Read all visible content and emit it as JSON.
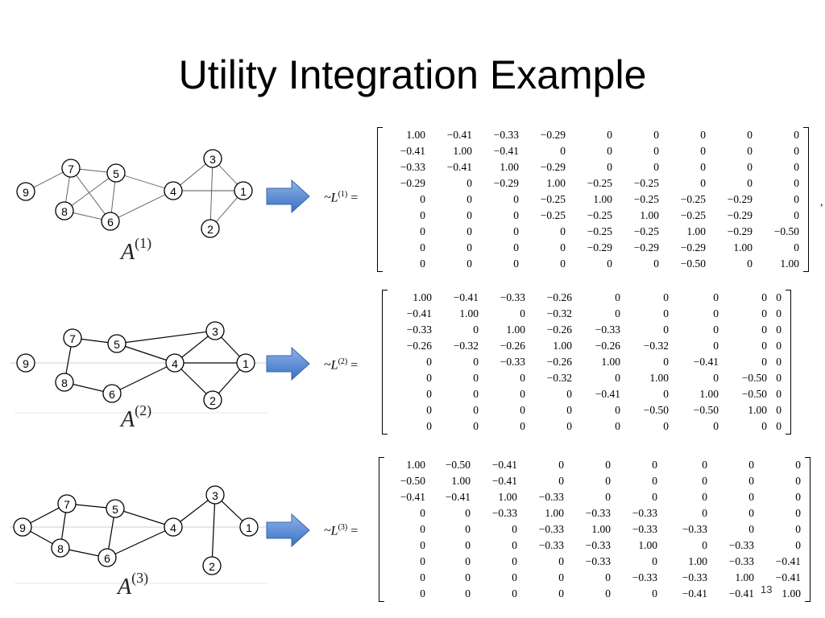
{
  "slide": {
    "title": "Utility Integration Example",
    "page_number": "13"
  },
  "graphs": [
    {
      "name_base": "A",
      "name_sup": "(1)",
      "edges": [
        [
          9,
          7
        ],
        [
          7,
          5
        ],
        [
          7,
          8
        ],
        [
          7,
          6
        ],
        [
          5,
          8
        ],
        [
          5,
          6
        ],
        [
          8,
          6
        ],
        [
          5,
          4
        ],
        [
          6,
          4
        ],
        [
          4,
          3
        ],
        [
          4,
          1
        ],
        [
          3,
          1
        ],
        [
          3,
          2
        ],
        [
          2,
          1
        ]
      ]
    },
    {
      "name_base": "A",
      "name_sup": "(2)",
      "edges": [
        [
          7,
          5
        ],
        [
          7,
          8
        ],
        [
          8,
          6
        ],
        [
          5,
          4
        ],
        [
          5,
          3
        ],
        [
          6,
          4
        ],
        [
          4,
          3
        ],
        [
          4,
          1
        ],
        [
          4,
          2
        ],
        [
          3,
          1
        ],
        [
          2,
          1
        ]
      ]
    },
    {
      "name_base": "A",
      "name_sup": "(3)",
      "edges": [
        [
          9,
          7
        ],
        [
          9,
          8
        ],
        [
          7,
          8
        ],
        [
          7,
          5
        ],
        [
          5,
          6
        ],
        [
          8,
          6
        ],
        [
          5,
          4
        ],
        [
          6,
          4
        ],
        [
          4,
          3
        ],
        [
          3,
          1
        ],
        [
          3,
          2
        ]
      ]
    }
  ],
  "matrices": [
    {
      "lhs_base": "L",
      "lhs_sup": "(1)",
      "eq": "=",
      "trailing": ",",
      "rows": [
        [
          "1.00",
          "−0.41",
          "−0.33",
          "−0.29",
          "0",
          "0",
          "0",
          "0",
          "0"
        ],
        [
          "−0.41",
          "1.00",
          "−0.41",
          "0",
          "0",
          "0",
          "0",
          "0",
          "0"
        ],
        [
          "−0.33",
          "−0.41",
          "1.00",
          "−0.29",
          "0",
          "0",
          "0",
          "0",
          "0"
        ],
        [
          "−0.29",
          "0",
          "−0.29",
          "1.00",
          "−0.25",
          "−0.25",
          "0",
          "0",
          "0"
        ],
        [
          "0",
          "0",
          "0",
          "−0.25",
          "1.00",
          "−0.25",
          "−0.25",
          "−0.29",
          "0"
        ],
        [
          "0",
          "0",
          "0",
          "−0.25",
          "−0.25",
          "1.00",
          "−0.25",
          "−0.29",
          "0"
        ],
        [
          "0",
          "0",
          "0",
          "0",
          "−0.25",
          "−0.25",
          "1.00",
          "−0.29",
          "−0.50"
        ],
        [
          "0",
          "0",
          "0",
          "0",
          "−0.29",
          "−0.29",
          "−0.29",
          "1.00",
          "0"
        ],
        [
          "0",
          "0",
          "0",
          "0",
          "0",
          "0",
          "−0.50",
          "0",
          "1.00"
        ]
      ]
    },
    {
      "lhs_base": "L",
      "lhs_sup": "(2)",
      "eq": "=",
      "trailing": "",
      "rows": [
        [
          "1.00",
          "−0.41",
          "−0.33",
          "−0.26",
          "0",
          "0",
          "0",
          "0",
          "0"
        ],
        [
          "−0.41",
          "1.00",
          "0",
          "−0.32",
          "0",
          "0",
          "0",
          "0",
          "0"
        ],
        [
          "−0.33",
          "0",
          "1.00",
          "−0.26",
          "−0.33",
          "0",
          "0",
          "0",
          "0"
        ],
        [
          "−0.26",
          "−0.32",
          "−0.26",
          "1.00",
          "−0.26",
          "−0.32",
          "0",
          "0",
          "0"
        ],
        [
          "0",
          "0",
          "−0.33",
          "−0.26",
          "1.00",
          "0",
          "−0.41",
          "0",
          "0"
        ],
        [
          "0",
          "0",
          "0",
          "−0.32",
          "0",
          "1.00",
          "0",
          "−0.50",
          "0"
        ],
        [
          "0",
          "0",
          "0",
          "0",
          "−0.41",
          "0",
          "1.00",
          "−0.50",
          "0"
        ],
        [
          "0",
          "0",
          "0",
          "0",
          "0",
          "−0.50",
          "−0.50",
          "1.00",
          "0"
        ],
        [
          "0",
          "0",
          "0",
          "0",
          "0",
          "0",
          "0",
          "0",
          "0"
        ]
      ]
    },
    {
      "lhs_base": "L",
      "lhs_sup": "(3)",
      "eq": "=",
      "trailing": "",
      "rows": [
        [
          "1.00",
          "−0.50",
          "−0.41",
          "0",
          "0",
          "0",
          "0",
          "0",
          "0"
        ],
        [
          "−0.50",
          "1.00",
          "−0.41",
          "0",
          "0",
          "0",
          "0",
          "0",
          "0"
        ],
        [
          "−0.41",
          "−0.41",
          "1.00",
          "−0.33",
          "0",
          "0",
          "0",
          "0",
          "0"
        ],
        [
          "0",
          "0",
          "−0.33",
          "1.00",
          "−0.33",
          "−0.33",
          "0",
          "0",
          "0"
        ],
        [
          "0",
          "0",
          "0",
          "−0.33",
          "1.00",
          "−0.33",
          "−0.33",
          "0",
          "0"
        ],
        [
          "0",
          "0",
          "0",
          "−0.33",
          "−0.33",
          "1.00",
          "0",
          "−0.33",
          "0"
        ],
        [
          "0",
          "0",
          "0",
          "0",
          "−0.33",
          "0",
          "1.00",
          "−0.33",
          "−0.41"
        ],
        [
          "0",
          "0",
          "0",
          "0",
          "0",
          "−0.33",
          "−0.33",
          "1.00",
          "−0.41"
        ],
        [
          "0",
          "0",
          "0",
          "0",
          "0",
          "0",
          "−0.41",
          "−0.41",
          "1.00"
        ]
      ]
    }
  ],
  "colors": {
    "arrow_fill_top": "#8db3e8",
    "arrow_fill_bottom": "#3b6fc4",
    "arrow_stroke": "#3a65a8"
  }
}
